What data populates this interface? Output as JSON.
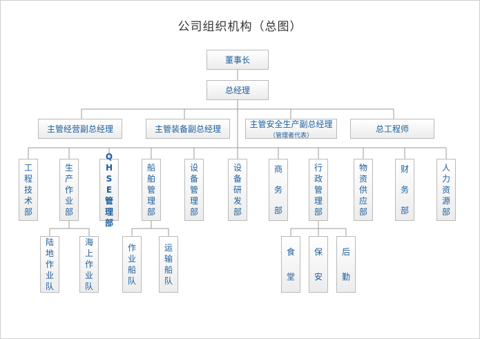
{
  "title": "公司组织机构（总图）",
  "nodes": {
    "chairman": "董事长",
    "gm": "总经理",
    "vp_business": "主管经营副总经理",
    "vp_equipment": "主管装备副总经理",
    "vp_safety": "主管安全生产副总经理",
    "vp_safety_note": "（管理者代表）",
    "chief_engineer": "总工程师",
    "dept_engineering": "工程技术部",
    "dept_production": "生产作业部",
    "dept_qhse": "QHSE管理部",
    "dept_ship": "船舶管理部",
    "dept_equipment_mgmt": "设备管理部",
    "dept_equipment_rd": "设备研发部",
    "dept_commerce": "商务部",
    "dept_admin": "行政管理部",
    "dept_supply": "物资供应部",
    "dept_finance": "财务部",
    "dept_hr": "人力资源部",
    "team_land": "陆地作业队",
    "team_sea": "海上作业队",
    "team_work_ship": "作业船队",
    "team_transport_ship": "运输船队",
    "unit_canteen": "食堂",
    "unit_security": "保安",
    "unit_logistics": "后勤"
  }
}
